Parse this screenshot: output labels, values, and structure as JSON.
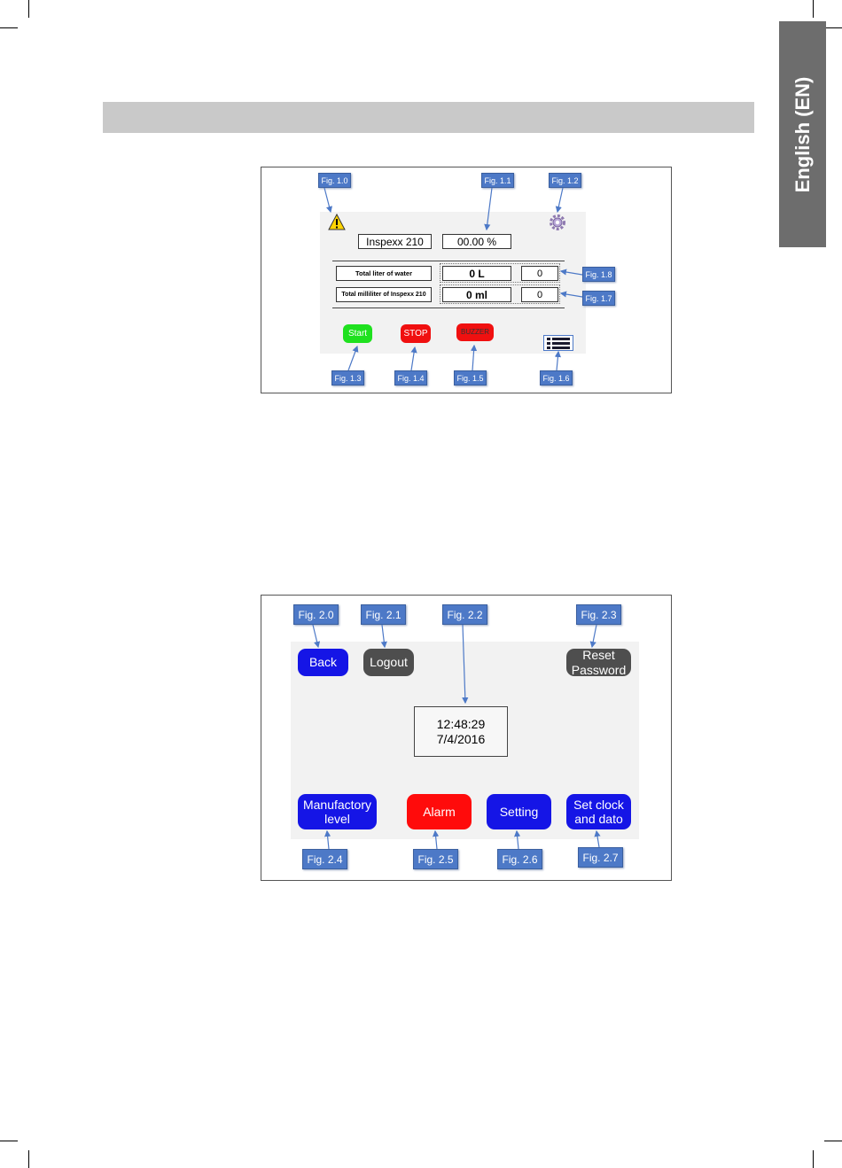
{
  "page": {
    "language_tab": "English (EN)"
  },
  "figure1": {
    "callouts": {
      "fig_1_0": "Fig. 1.0",
      "fig_1_1": "Fig. 1.1",
      "fig_1_2": "Fig. 1.2",
      "fig_1_3": "Fig. 1.3",
      "fig_1_4": "Fig. 1.4",
      "fig_1_5": "Fig. 1.5",
      "fig_1_6": "Fig. 1.6",
      "fig_1_7": "Fig. 1.7",
      "fig_1_8": "Fig. 1.8"
    },
    "device_name": "Inspexx 210",
    "percent": "00.00 %",
    "water_label": "Total liter of water",
    "water_value": "0 L",
    "water_count": "0",
    "inspexx_label": "Total milliliter of Inspexx 210",
    "inspexx_value": "0 ml",
    "inspexx_count": "0",
    "start_label": "Start",
    "stop_label": "STOP",
    "buzzer_label": "BUZZER",
    "icons": {
      "warning": "warning-icon",
      "settings": "gear-icon",
      "menu": "grid-menu-icon"
    },
    "colors": {
      "start": "#1fe11f",
      "stop": "#f01010",
      "callout": "#4d79c7"
    }
  },
  "figure2": {
    "callouts": {
      "fig_2_0": "Fig. 2.0",
      "fig_2_1": "Fig. 2.1",
      "fig_2_2": "Fig. 2.2",
      "fig_2_3": "Fig. 2.3",
      "fig_2_4": "Fig. 2.4",
      "fig_2_5": "Fig. 2.5",
      "fig_2_6": "Fig. 2.6",
      "fig_2_7": "Fig. 2.7"
    },
    "back_label": "Back",
    "logout_label": "Logout",
    "reset_line1": "Reset",
    "reset_line2": "Password",
    "clock_time": "12:48:29",
    "clock_date": "7/4/2016",
    "manufactory_line1": "Manufactory",
    "manufactory_line2": "level",
    "alarm_label": "Alarm",
    "setting_label": "Setting",
    "setclock_line1": "Set clock",
    "setclock_line2": "and dato",
    "colors": {
      "blue_button": "#1515e6",
      "gray_button": "#4e4e4e",
      "alarm": "#ff0b0b"
    }
  }
}
